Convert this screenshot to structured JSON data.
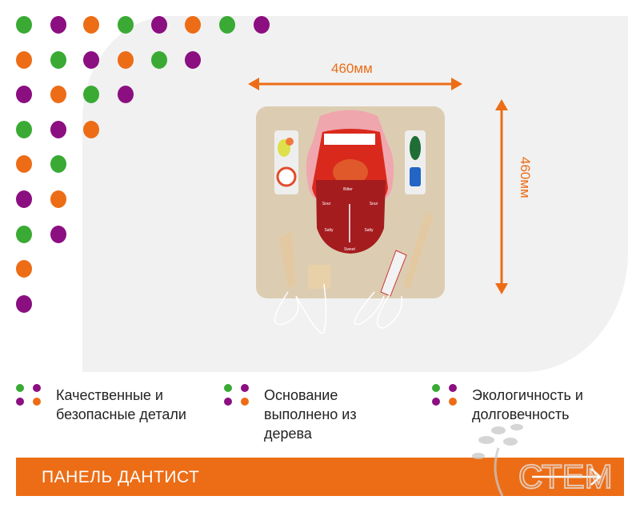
{
  "dimensions": {
    "width": "460мм",
    "height": "460мм"
  },
  "colors": {
    "green": "#3aaa35",
    "purple": "#8b0f80",
    "orange": "#ec6d16",
    "panel": "#f1f1f1"
  },
  "dot_rows": [
    [
      "G",
      "P",
      "O",
      "G",
      "P",
      "O",
      "G",
      "P"
    ],
    [
      "O",
      "G",
      "P",
      "O",
      "G",
      "P"
    ],
    [
      "P",
      "O",
      "G",
      "P"
    ],
    [
      "G",
      "P",
      "O"
    ],
    [
      "O",
      "G"
    ],
    [
      "P",
      "O"
    ],
    [
      "G",
      "P"
    ],
    [
      "O"
    ],
    [
      "P"
    ]
  ],
  "features": [
    {
      "lines": [
        "Качественные и",
        "безопасные детали"
      ]
    },
    {
      "lines": [
        "Основание",
        "выполнено из",
        "дерева"
      ]
    },
    {
      "lines": [
        "Экологичность и",
        "долговечность"
      ]
    }
  ],
  "product": {
    "name": "ПАНЕЛЬ ДАНТИСТ",
    "tongue_labels": [
      "Bitter",
      "Sour",
      "Sour",
      "Salty",
      "Salty",
      "Sweet"
    ]
  },
  "logo_text": "СТЕМ",
  "icons": {
    "next": "arrow-right-icon"
  }
}
